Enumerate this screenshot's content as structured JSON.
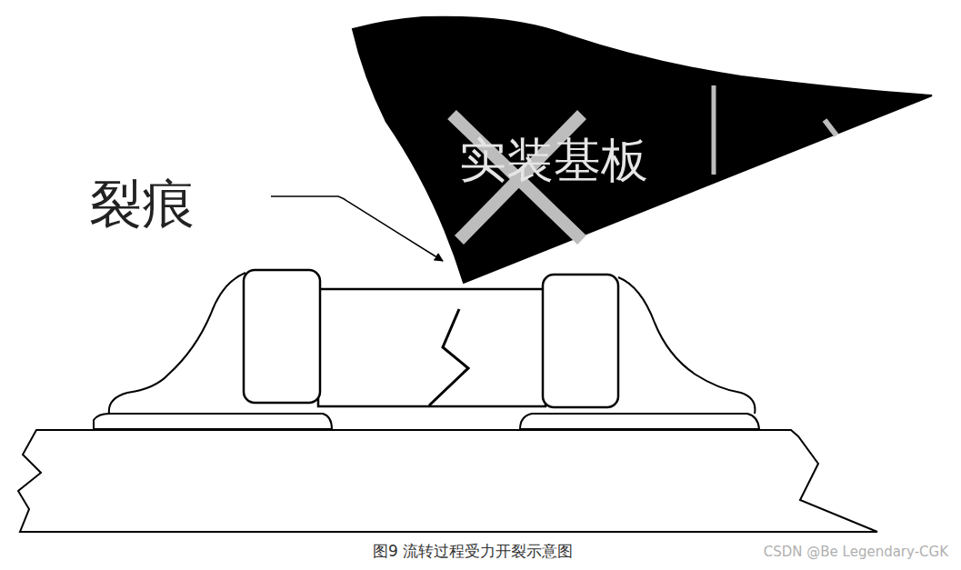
{
  "diagram": {
    "caption": "图9 流转过程受力开裂示意图",
    "nodes": [
      {
        "text": [
          "实装基板"
        ]
      }
    ],
    "labels": [
      "裂痕",
      "CSDN @Be Legendary-CGK"
    ]
  }
}
